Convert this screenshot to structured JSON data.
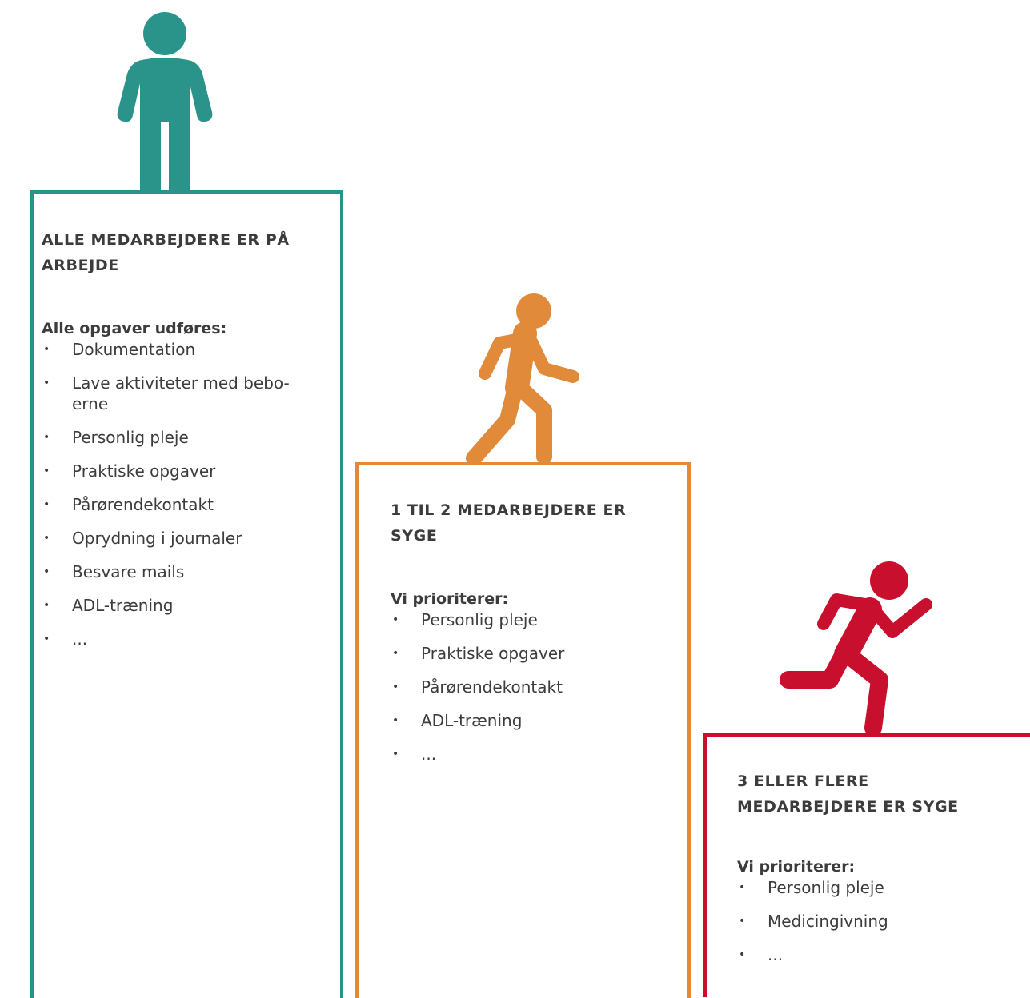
{
  "colors": {
    "step1": "#2a948b",
    "step2": "#e08a3a",
    "step3": "#c8102e",
    "text": "#3c3c3c"
  },
  "steps": [
    {
      "icon": "standing-person-icon",
      "title_line1": "ALLE MEDARBEJDERE ER PÅ",
      "title_line2": "ARBEJDE",
      "subtitle": "Alle opgaver udføres:",
      "bullet": "•",
      "items": [
        "Dokumentation",
        "Lave aktiviteter med bebo-",
        "erne",
        "Personlig pleje",
        "Praktiske opgaver",
        "Pårørendekontakt",
        "Oprydning i journaler",
        "Besvare mails",
        "ADL-træning",
        "..."
      ]
    },
    {
      "icon": "walking-person-icon",
      "title_line1": "1 TIL 2 MEDARBEJDERE ER",
      "title_line2": "SYGE",
      "subtitle": "Vi prioriterer:",
      "bullet": "•",
      "items": [
        "Personlig pleje",
        "Praktiske opgaver",
        "Pårørendekontakt",
        "ADL-træning",
        "..."
      ]
    },
    {
      "icon": "running-person-icon",
      "title_line1": "3 ELLER FLERE",
      "title_line2": "MEDARBEJDERE ER SYGE",
      "subtitle": "Vi prioriterer:",
      "bullet": "•",
      "items": [
        "Personlig pleje",
        "Medicingivning",
        "..."
      ]
    }
  ]
}
